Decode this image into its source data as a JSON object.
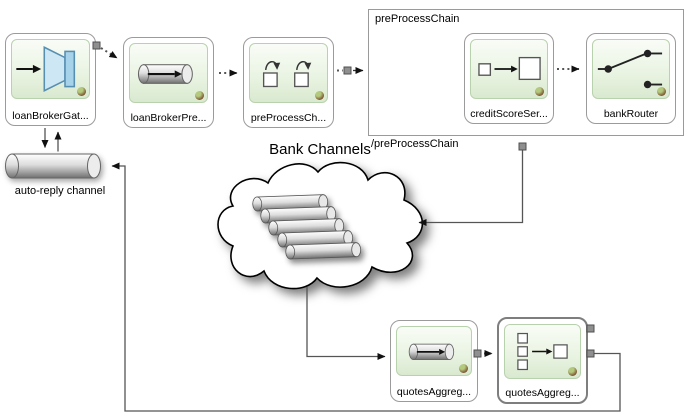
{
  "nodes": [
    {
      "label": "loanBrokerGat...",
      "icon": "gateway-icon"
    },
    {
      "label": "loanBrokerPre...",
      "icon": "channel-icon"
    },
    {
      "label": "preProcessCh...",
      "icon": "chain-icon"
    },
    {
      "label": "creditScoreSer...",
      "icon": "service-activator-icon"
    },
    {
      "label": "bankRouter",
      "icon": "router-icon"
    },
    {
      "label": "quotesAggreg...",
      "icon": "channel-icon"
    },
    {
      "label": "quotesAggreg...",
      "icon": "aggregator-icon"
    }
  ],
  "chain": {
    "top_label": "preProcessChain",
    "bottom_label": "/preProcessChain"
  },
  "cloud": {
    "label": "Bank Channels",
    "channels_count": 5
  },
  "auto_reply": {
    "label": "auto-reply channel"
  },
  "colors": {
    "box_border": "#9b9b9b",
    "panel_top": "#f9fcf7",
    "panel_bottom": "#d9e9cf",
    "panel_border": "#b9d2ae",
    "gateway_blue": "#a6d2ea",
    "connector": "#555555",
    "port": "#8f8f8f",
    "cloud_fill": "#ffffff",
    "cloud_stroke": "#000000"
  }
}
